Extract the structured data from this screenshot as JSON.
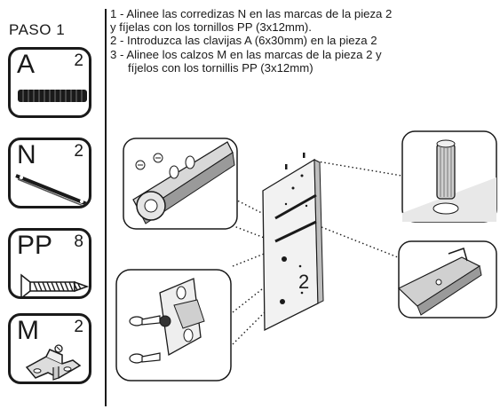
{
  "step": {
    "title": "PASO 1"
  },
  "parts": [
    {
      "code": "A",
      "qty": "2",
      "icon": "dowel-icon"
    },
    {
      "code": "N",
      "qty": "2",
      "icon": "drawer-slide-icon"
    },
    {
      "code": "PP",
      "qty": "8",
      "icon": "screw-icon"
    },
    {
      "code": "M",
      "qty": "2",
      "icon": "hinge-plate-icon"
    }
  ],
  "instructions": [
    "1 - Alinee las corredizas N en las marcas de la pieza 2",
    "y fíjelas con los tornillos PP (3x12mm).",
    "2 - Introduzca las clavijas A (6x30mm) en la pieza 2",
    "3 - Alinee los calzos M en las marcas de la pieza 2 y",
    "fíjelos con los tornillis PP (3x12mm)"
  ],
  "diagram": {
    "panel_label": "2"
  },
  "colors": {
    "ink": "#1a1a1a",
    "panel_shade": "#e8e8e8",
    "detail_gray": "#9a9a9a"
  }
}
